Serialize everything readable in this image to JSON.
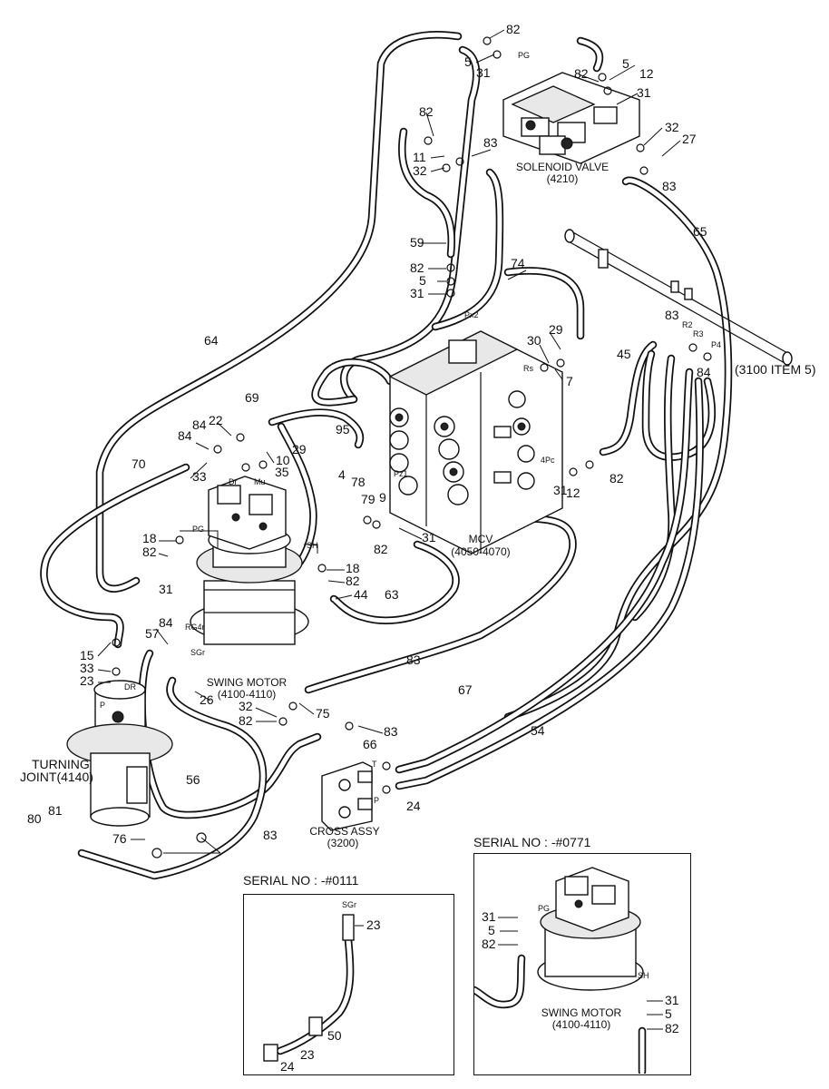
{
  "components": {
    "mcv": {
      "name": "MCV",
      "ref": "(4050-4070)"
    },
    "solenoid_valve": {
      "name": "SOLENOID VALVE",
      "ref": "(4210)"
    },
    "swing_motor": {
      "name": "SWING MOTOR",
      "ref": "(4100-4110)"
    },
    "turning_joint": {
      "line1": "TURNING",
      "line2": "JOINT(4140)"
    },
    "cross_assy": {
      "name": "CROSS ASSY",
      "ref": "(3200)"
    },
    "item_ref": "(3100 ITEM 5)"
  },
  "port_labels": {
    "pg": "PG",
    "px2": "Px2",
    "rs": "Rs",
    "r2": "R2",
    "r3": "R3",
    "p4": "P4",
    "pc": "4Pc",
    "dr": "Dr",
    "mu": "Mu",
    "sh": "SH",
    "pz1": "Pz1",
    "rg4": "RG4r",
    "sgr": "SGr",
    "dr2": "DR",
    "p": "P",
    "t": "T"
  },
  "callouts": [
    "82",
    "5",
    "31",
    "82",
    "5",
    "12",
    "31",
    "82",
    "11",
    "32",
    "83",
    "32",
    "27",
    "83",
    "59",
    "82",
    "5",
    "31",
    "65",
    "74",
    "30",
    "29",
    "7",
    "83",
    "R2",
    "45",
    "84",
    "64",
    "69",
    "84",
    "22",
    "84",
    "10",
    "29",
    "33",
    "35",
    "70",
    "95",
    "4",
    "78",
    "79",
    "9",
    "82",
    "31",
    "12",
    "82",
    "31",
    "18",
    "82",
    "31",
    "18",
    "82",
    "44",
    "63",
    "83",
    "57",
    "84",
    "15",
    "33",
    "23",
    "26",
    "32",
    "82",
    "75",
    "83",
    "66",
    "67",
    "54",
    "56",
    "83",
    "24",
    "80",
    "81",
    "76"
  ],
  "inset1": {
    "title": "SERIAL NO : -#0111",
    "port": "SGr",
    "labels": [
      "23",
      "50",
      "23",
      "24"
    ]
  },
  "inset2": {
    "title": "SERIAL NO : -#0771",
    "port_pg": "PG",
    "port_sh": "SH",
    "motor_name": "SWING MOTOR",
    "motor_ref": "(4100-4110)",
    "labels": [
      "31",
      "5",
      "82",
      "31",
      "5",
      "82"
    ]
  }
}
